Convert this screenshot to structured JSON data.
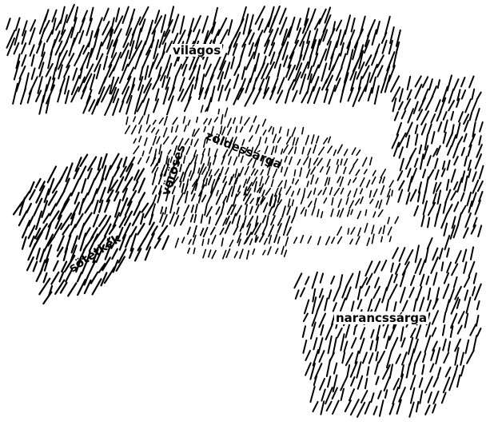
{
  "labels": {
    "light": "világos",
    "yellow_green": "zöldessárga",
    "reddish": "vöröses",
    "dark_blue": "sötétkék",
    "orange": "narancssárga"
  },
  "colors": {
    "ink": "#000000",
    "background": "#ffffff"
  }
}
